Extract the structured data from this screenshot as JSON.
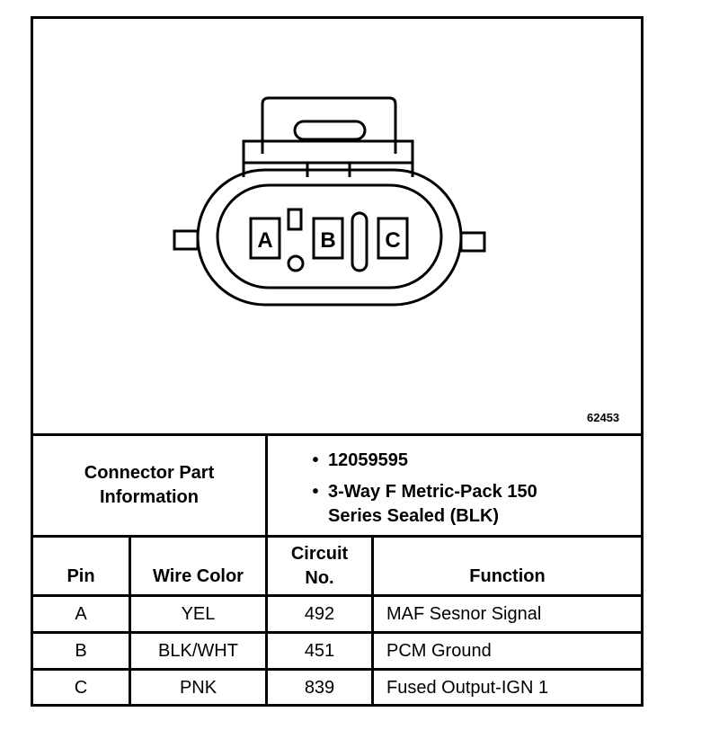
{
  "figure_number": "62453",
  "connector": {
    "pins": [
      {
        "label": "A"
      },
      {
        "label": "B"
      },
      {
        "label": "C"
      }
    ]
  },
  "part_info": {
    "label_line1": "Connector Part",
    "label_line2": "Information",
    "bullets": [
      {
        "symbol": "•",
        "text": "12059595"
      },
      {
        "symbol": "•",
        "text": "3-Way F Metric-Pack 150",
        "text2": "Series Sealed (BLK)"
      }
    ]
  },
  "table": {
    "headers": {
      "pin": "Pin",
      "wire_color": "Wire Color",
      "circuit_line1": "Circuit",
      "circuit_line2": "No.",
      "function": "Function"
    },
    "rows": [
      {
        "pin": "A",
        "wire_color": "YEL",
        "circuit": "492",
        "function": "MAF Sesnor Signal"
      },
      {
        "pin": "B",
        "wire_color": "BLK/WHT",
        "circuit": "451",
        "function": "PCM Ground"
      },
      {
        "pin": "C",
        "wire_color": "PNK",
        "circuit": "839",
        "function": "Fused Output-IGN 1"
      }
    ]
  }
}
